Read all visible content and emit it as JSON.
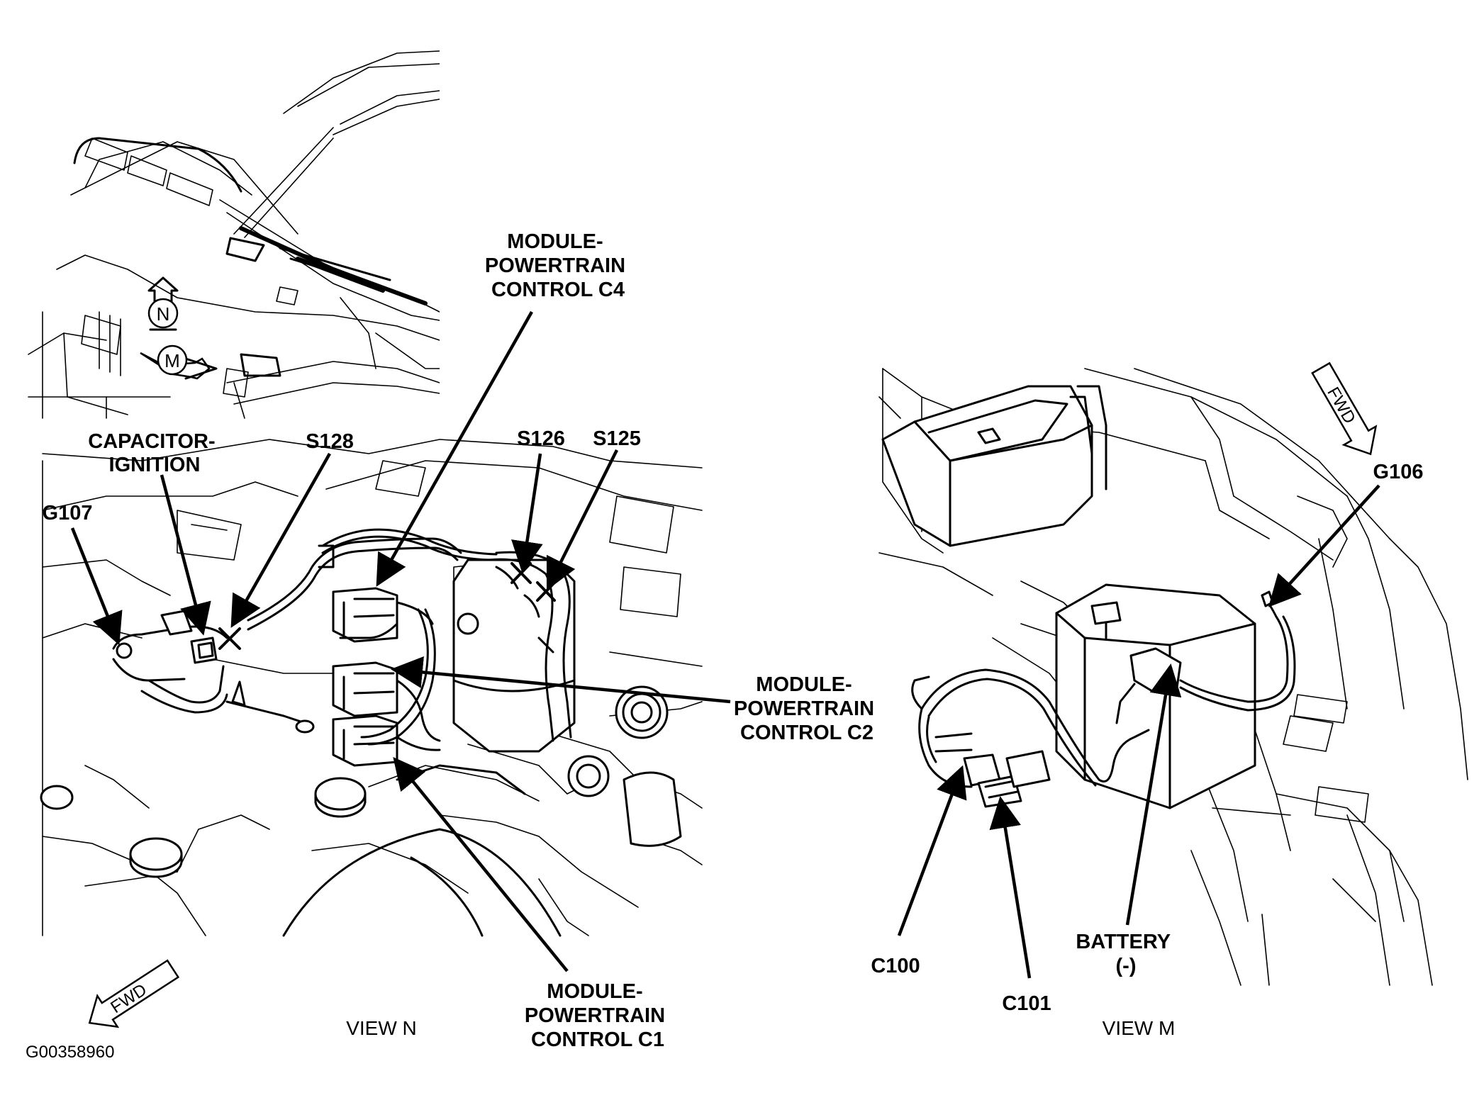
{
  "labels": {
    "pcm_c4": [
      "MODULE-",
      "POWERTRAIN",
      "CONTROL C4"
    ],
    "capacitor": [
      "CAPACITOR-",
      "IGNITION"
    ],
    "s128": "S128",
    "s126": "S126",
    "s125": "S125",
    "g107": "G107",
    "pcm_c2": [
      "MODULE-",
      "POWERTRAIN",
      "CONTROL C2"
    ],
    "pcm_c1": [
      "MODULE-",
      "POWERTRAIN",
      "CONTROL C1"
    ],
    "g106": "G106",
    "battery_neg": [
      "BATTERY",
      "(-)"
    ],
    "c100": "C100",
    "c101": "C101"
  },
  "view_captions": {
    "view_n": "VIEW N",
    "view_m": "VIEW M"
  },
  "view_markers": {
    "n": "N",
    "m": "M"
  },
  "fwd_arrows": {
    "left": "FWD",
    "right": "FWD"
  },
  "figure_id": "G00358960",
  "colors": {
    "ink": "#000000",
    "paper": "#ffffff"
  }
}
